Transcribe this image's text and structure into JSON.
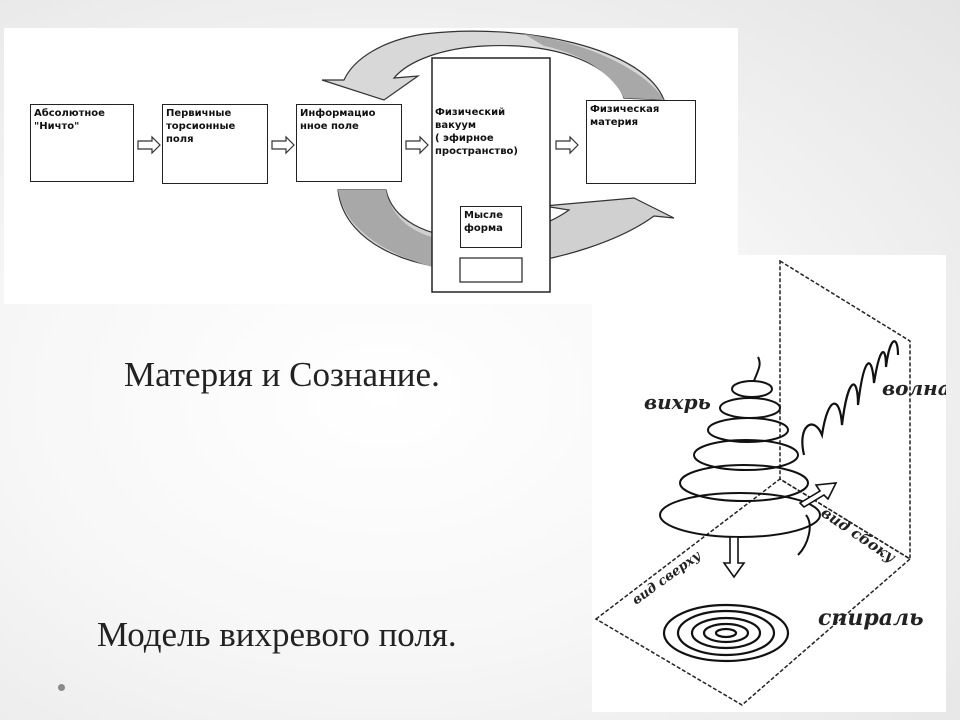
{
  "flow_diagram": {
    "boxes": [
      {
        "id": "absolute",
        "text": "Абсолютное\n\"Ничто\""
      },
      {
        "id": "torsion",
        "text": "Первичные\nторсионные\nполя"
      },
      {
        "id": "info",
        "text": "Информацио\nнное поле"
      },
      {
        "id": "vacuum",
        "text": "Физический\nвакуум\n( эфирное\nпространство)"
      },
      {
        "id": "matter",
        "text": "Физическая\nматерия"
      },
      {
        "id": "thought",
        "text": "Мысле\nформа"
      }
    ]
  },
  "captions": {
    "matter_consciousness": "Материя и Сознание.",
    "vortex_model": "Модель вихревого поля."
  },
  "vortex_diagram": {
    "labels": {
      "vortex": "вихрь",
      "wave": "волна",
      "side_view": "вид сбоку",
      "top_view": "вид сверху",
      "spiral": "спираль"
    }
  }
}
